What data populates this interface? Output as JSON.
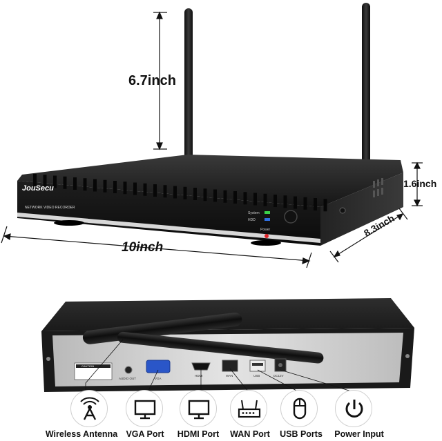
{
  "dimensions": {
    "height": "6.7inch",
    "width": "10inch",
    "depth": "8.3inch",
    "thickness": "1.6inch"
  },
  "device_front": {
    "brand": "JouSecu",
    "model_text": "NETWORK VIDEO RECORDER",
    "led_system": "System",
    "led_hdd": "HDD",
    "led_power": "Power"
  },
  "device_back": {
    "caution_label": "CAUTION",
    "audio_out": "AUDIO OUT",
    "vga": "VGA",
    "hdmi": "HDMI",
    "wan": "WAN",
    "usb": "USB",
    "dc": "DC12V"
  },
  "ports": [
    {
      "label": "Wireless Antenna",
      "icon": "antenna-icon"
    },
    {
      "label": "VGA Port",
      "icon": "monitor-icon"
    },
    {
      "label": "HDMI Port",
      "icon": "monitor-icon"
    },
    {
      "label": "WAN Port",
      "icon": "router-icon"
    },
    {
      "label": "USB Ports",
      "icon": "mouse-icon"
    },
    {
      "label": "Power Input",
      "icon": "power-icon"
    }
  ],
  "colors": {
    "device_body": "#1c1c1c",
    "led_green": "#3bd24a",
    "led_blue": "#2f6fe0",
    "led_red": "#e0242a"
  }
}
